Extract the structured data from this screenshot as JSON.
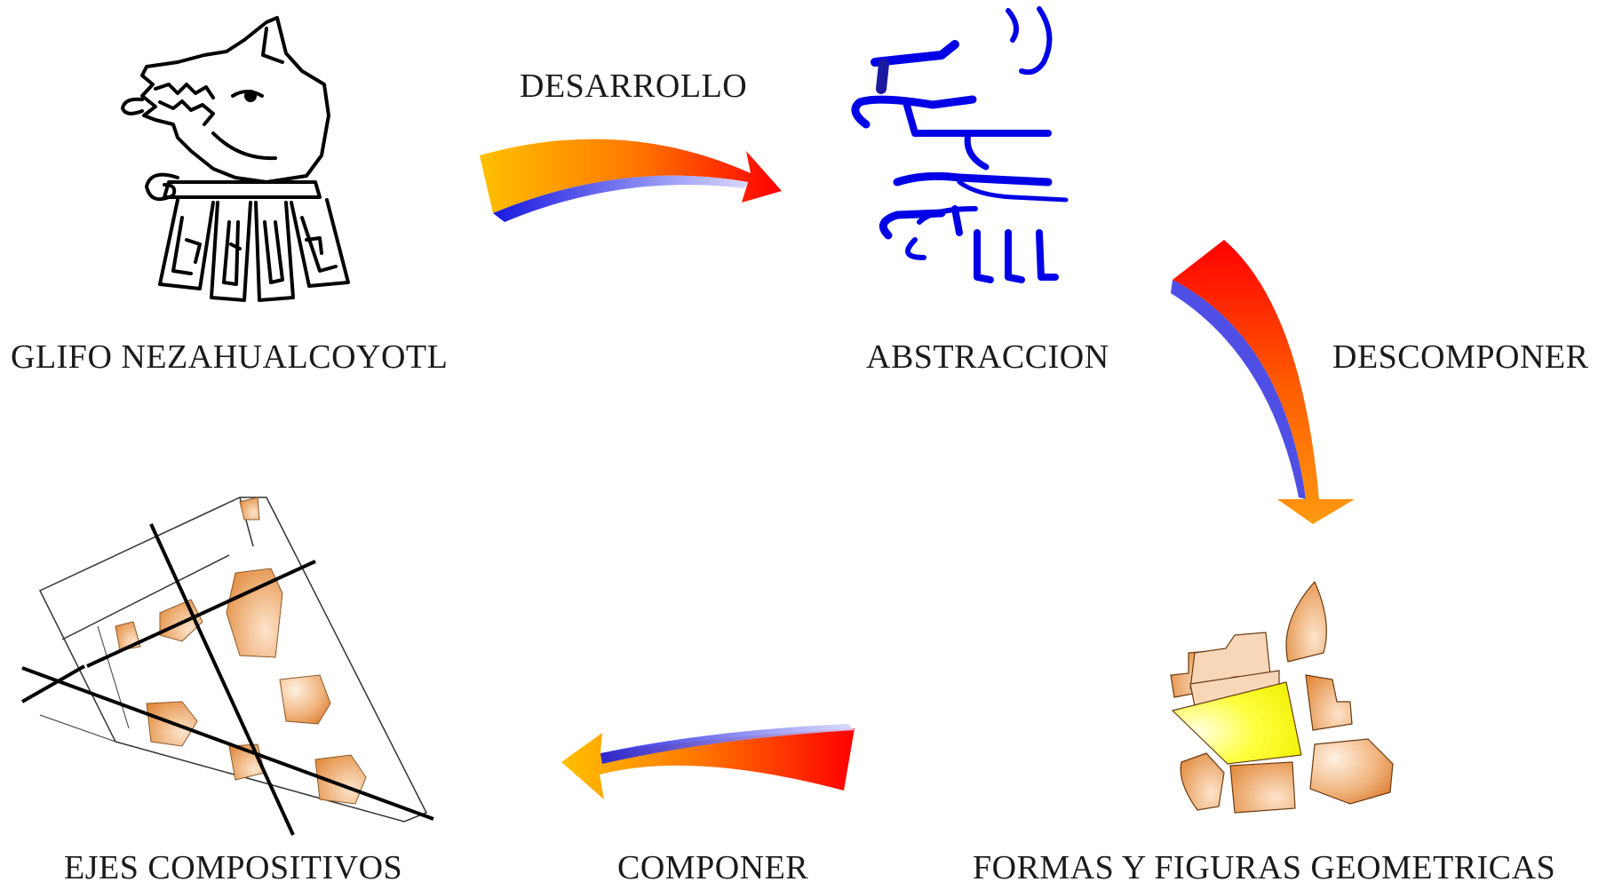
{
  "nodes": {
    "glyph": "GLIFO NEZAHUALCOYOTL",
    "abstraction": "ABSTRACCION",
    "forms": "FORMAS Y FIGURAS GEOMETRICAS",
    "axes": "EJES COMPOSITIVOS"
  },
  "arrows": {
    "develop": "DESARROLLO",
    "decompose": "DESCOMPONER",
    "compose": "COMPONER"
  },
  "colors": {
    "arrow_start": "#ffc000",
    "arrow_mid": "#ff7a00",
    "arrow_end": "#ff0000",
    "arrow_shadow": "#2020e0",
    "abstraction_stroke": "#0000e6",
    "shape_fill": "#e08a3c",
    "shape_highlight": "#ffff00"
  }
}
